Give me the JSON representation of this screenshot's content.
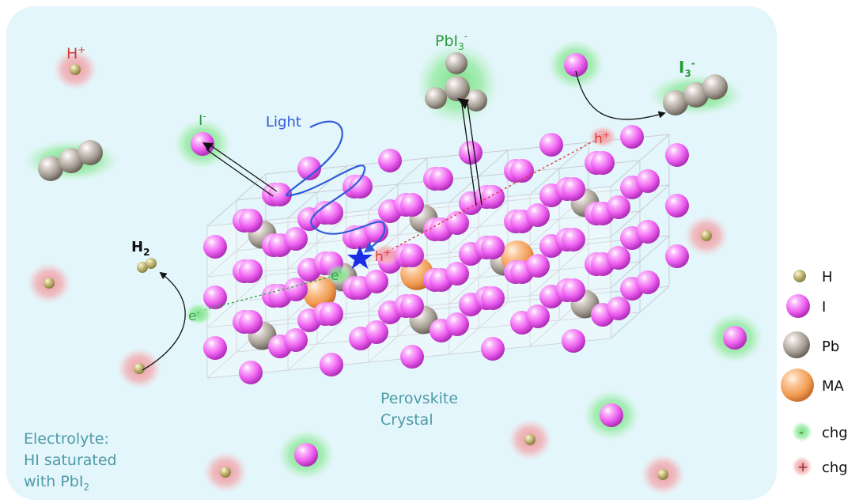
{
  "labels": {
    "h_plus": "H",
    "h_plus_sup": "+",
    "pbi3_base": "PbI",
    "pbi3_sub": "3",
    "pbi3_sup": "-",
    "i3_base": "I",
    "i3_sub": "3",
    "i3_sup": "-",
    "i_minus_base": "I",
    "i_minus_sup": "-",
    "light": "Light",
    "h2_base": "H",
    "h2_sub": "2",
    "e_minus_1_base": "e",
    "e_minus_1_sup": "-",
    "e_minus_2_base": "e",
    "e_minus_2_sup": "-",
    "h_plus_hole_1_base": "h",
    "h_plus_hole_1_sup": "+",
    "h_plus_hole_2_base": "h",
    "h_plus_hole_2_sup": "+",
    "crystal_line1": "Perovskite",
    "crystal_line2": "Crystal",
    "electrolyte_line1": "Electrolyte:",
    "electrolyte_line2": "HI saturated",
    "electrolyte_line3_base": "with PbI",
    "electrolyte_line3_sub": "2"
  },
  "legend": [
    {
      "symbol": "h-atom",
      "label": "H"
    },
    {
      "symbol": "i-atom",
      "label": "I"
    },
    {
      "symbol": "pb-atom",
      "label": "Pb"
    },
    {
      "symbol": "ma-atom",
      "label": "MA"
    },
    {
      "symbol": "negative-charge",
      "mark": "-",
      "label": "chg"
    },
    {
      "symbol": "positive-charge",
      "mark": "+",
      "label": "chg"
    }
  ],
  "colors": {
    "electrolyte_bg": "#e3f6fb",
    "iodine": "#ee5ff0",
    "lead": "#b9b1a8",
    "ma": "#f4a868",
    "hydrogen": "#b4a860",
    "neg_glow": "#7fe18a",
    "pos_glow": "#f2a3a8",
    "light_wave": "#2f5bd9",
    "star": "#1b2ee6",
    "electron_text": "#3aa64a",
    "hole_text": "#e03a3a",
    "label_teal": "#4f9aa6"
  }
}
